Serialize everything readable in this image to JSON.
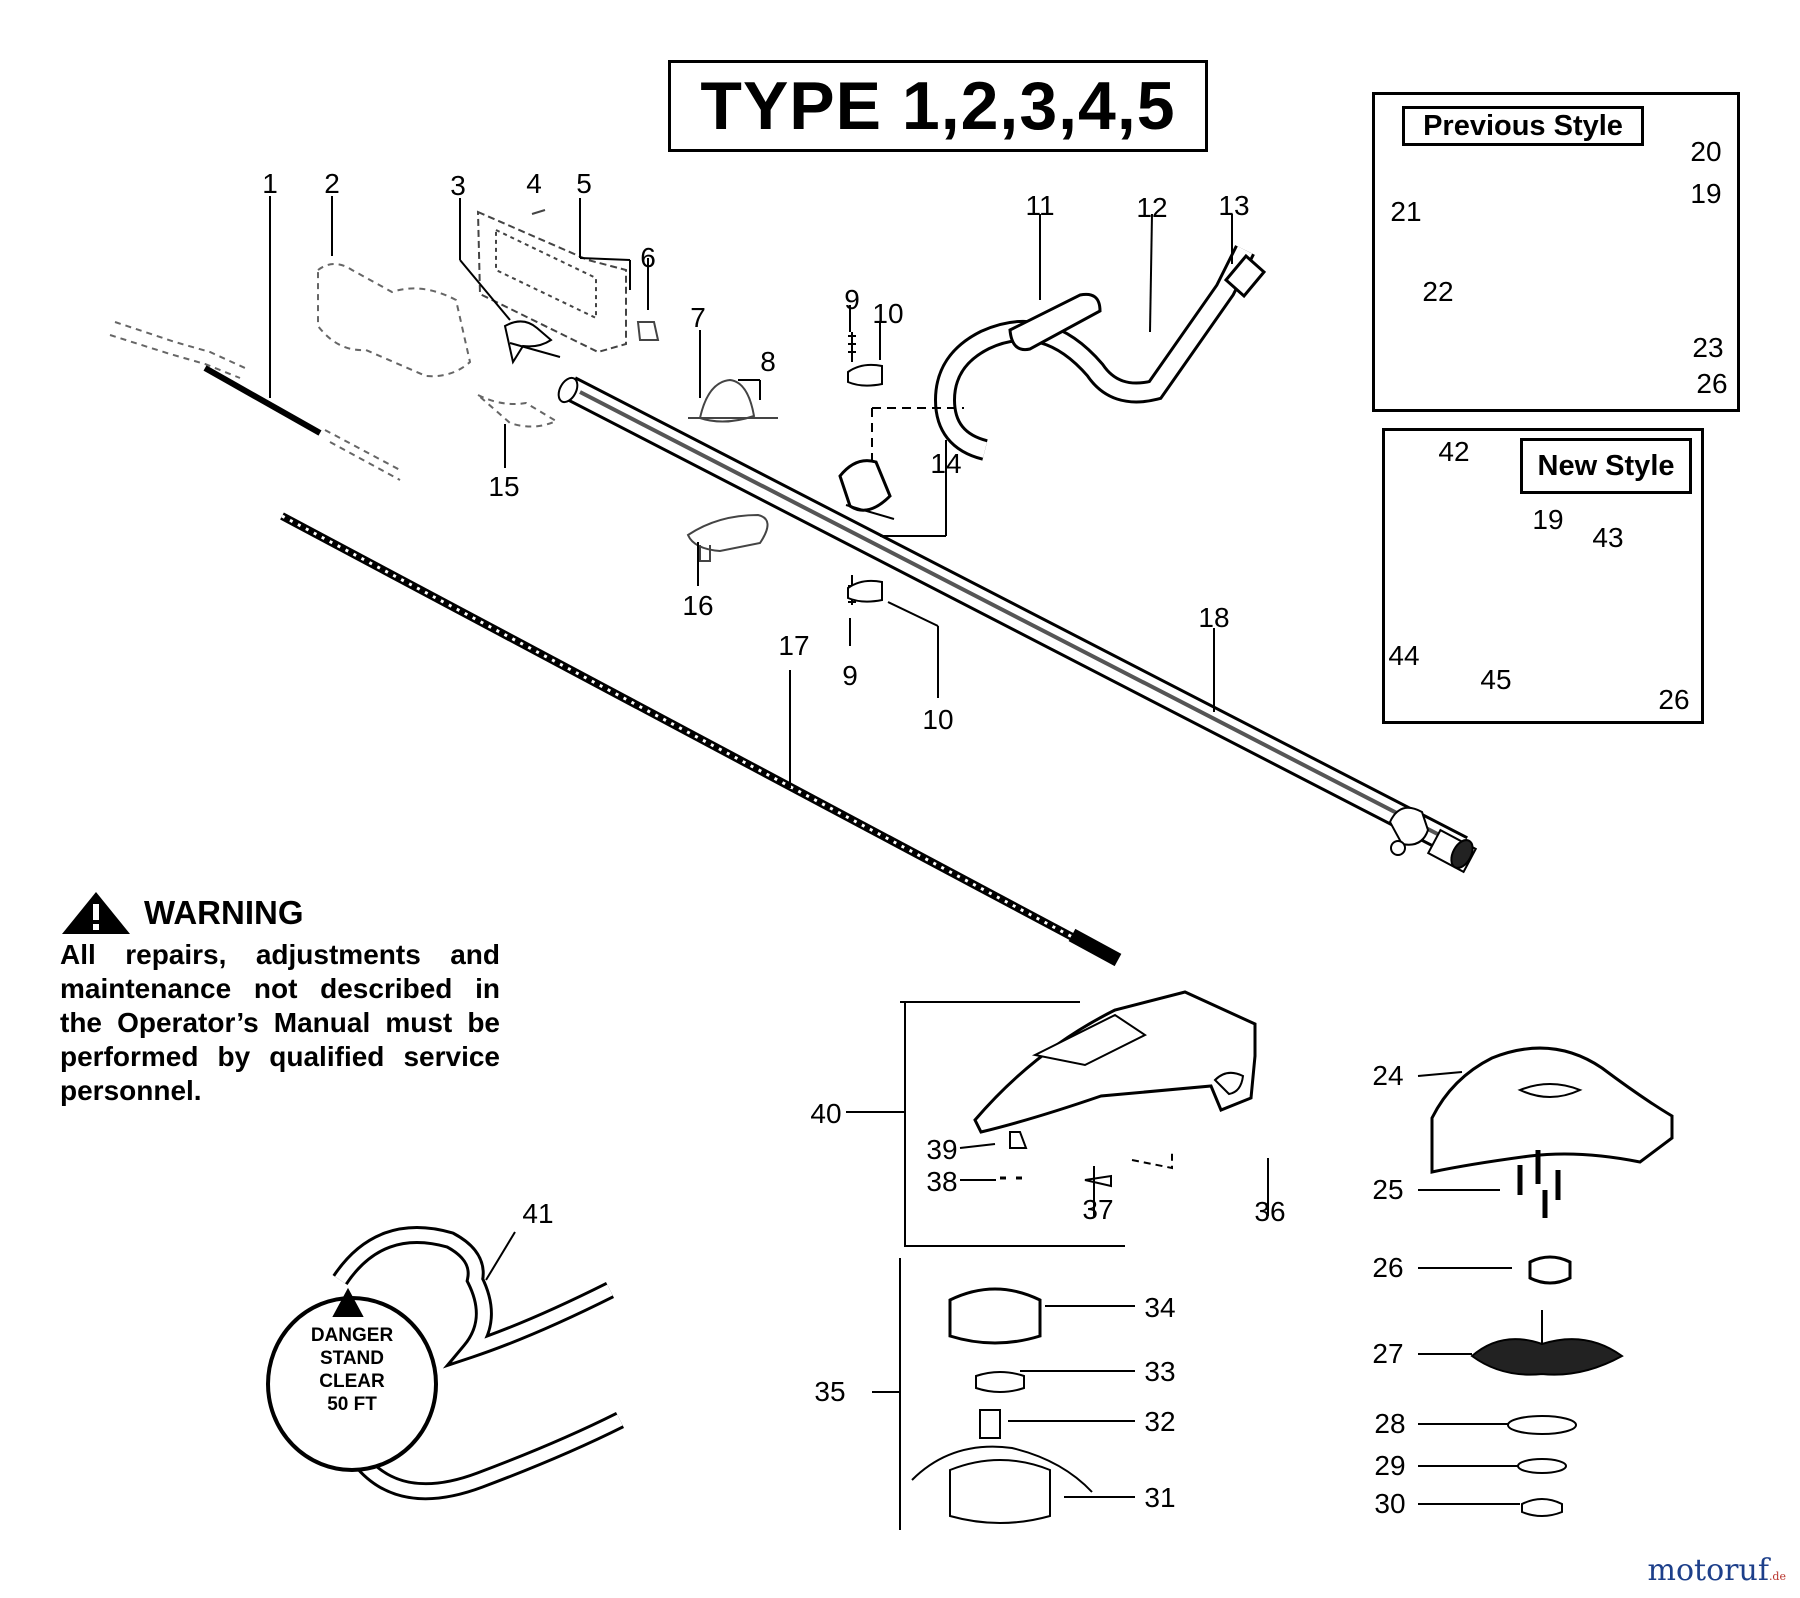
{
  "title": "TYPE 1,2,3,4,5",
  "insets": {
    "previous": {
      "label": "Previous Style"
    },
    "new": {
      "label": "New Style"
    }
  },
  "callouts": {
    "c1": "1",
    "c2": "2",
    "c3": "3",
    "c4": "4",
    "c5": "5",
    "c6": "6",
    "c7": "7",
    "c8": "8",
    "c9a": "9",
    "c9b": "9",
    "c10a": "10",
    "c10b": "10",
    "c11": "11",
    "c12": "12",
    "c13": "13",
    "c14": "14",
    "c15": "15",
    "c16": "16",
    "c17": "17",
    "c18": "18",
    "c19a": "19",
    "c19b": "19",
    "c20": "20",
    "c21": "21",
    "c22": "22",
    "c23": "23",
    "c24": "24",
    "c25": "25",
    "c26a": "26",
    "c26b": "26",
    "c26c": "26",
    "c27": "27",
    "c28": "28",
    "c29": "29",
    "c30": "30",
    "c31": "31",
    "c32": "32",
    "c33": "33",
    "c34": "34",
    "c35": "35",
    "c36": "36",
    "c37": "37",
    "c38": "38",
    "c39": "39",
    "c40": "40",
    "c41": "41",
    "c42": "42",
    "c43": "43",
    "c44": "44",
    "c45": "45"
  },
  "warning": {
    "heading": "WARNING",
    "text": "All repairs, adjustments and maintenance not described in the Operator’s Manual must be performed by qualified service personnel."
  },
  "danger_label": [
    "DANGER",
    "STAND",
    "CLEAR",
    "50 FT"
  ],
  "watermark": {
    "main": "motoruf",
    "suffix": ".de"
  }
}
